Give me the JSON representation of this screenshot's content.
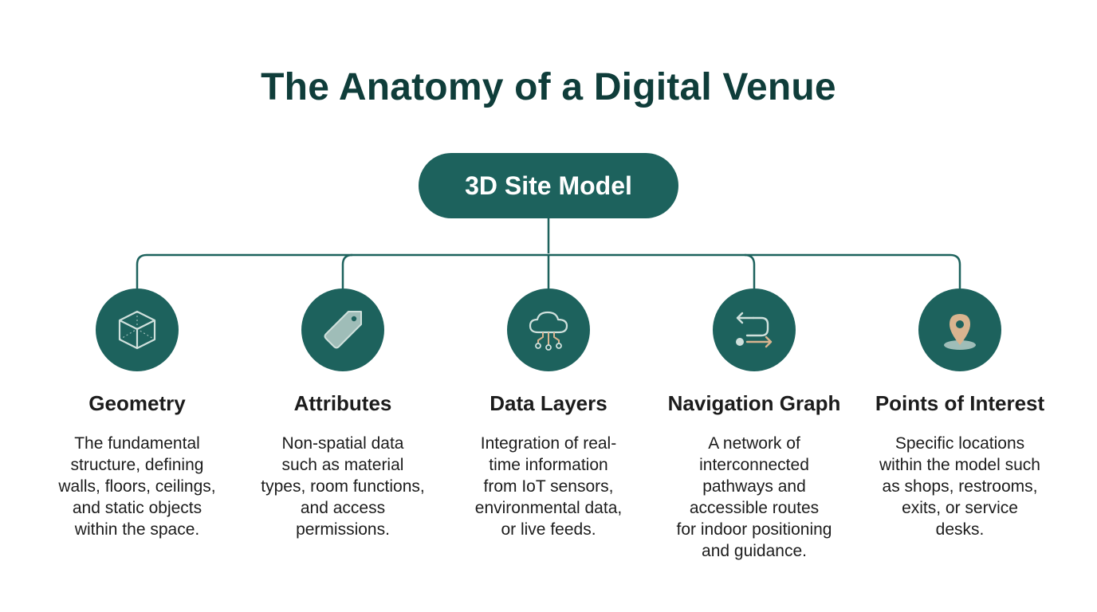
{
  "title": "The Anatomy of a Digital Venue",
  "root": {
    "label": "3D Site Model"
  },
  "nodes": [
    {
      "title": "Geometry",
      "icon": "cube-icon",
      "description_lines": [
        "The fundamental",
        "structure, defining",
        "walls, floors, ceilings,",
        "and static objects",
        "within the space."
      ]
    },
    {
      "title": "Attributes",
      "icon": "tag-icon",
      "description_lines": [
        "Non-spatial data",
        "such as material",
        "types, room functions,",
        "and access",
        "permissions."
      ]
    },
    {
      "title": "Data Layers",
      "icon": "cloud-network-icon",
      "description_lines": [
        "Integration of real-",
        "time information",
        "from IoT sensors,",
        "environmental data,",
        "or live feeds."
      ]
    },
    {
      "title": "Navigation Graph",
      "icon": "route-arrows-icon",
      "description_lines": [
        "A network of",
        "interconnected",
        "pathways and",
        "accessible routes",
        "for indoor positioning",
        "and guidance."
      ]
    },
    {
      "title": "Points of Interest",
      "icon": "location-pin-icon",
      "description_lines": [
        "Specific locations",
        "within the model such",
        "as shops, restrooms,",
        "exits, or service",
        "desks."
      ]
    }
  ],
  "colors": {
    "title": "#0f3d3a",
    "node_fill": "#1d625d",
    "connector": "#1d625d",
    "icon_light": "#cfe0dc",
    "icon_accent": "#d9b48f",
    "text": "#1c1c1c"
  }
}
